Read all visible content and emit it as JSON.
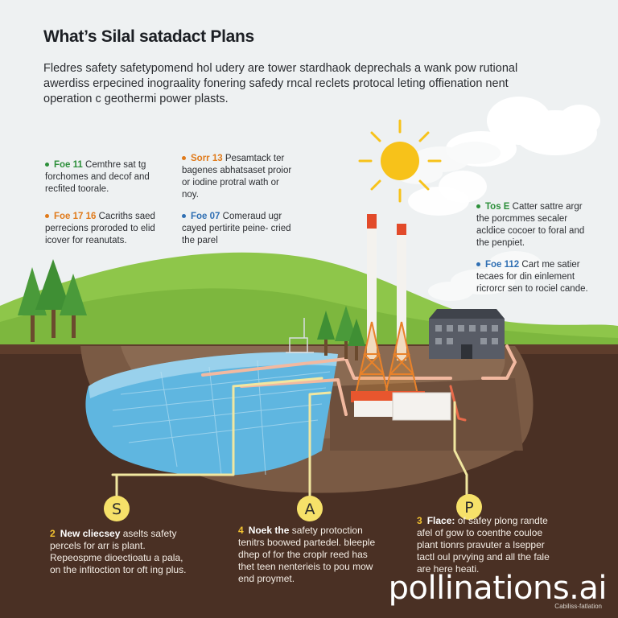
{
  "title": "What’s Silal satadact Plans",
  "intro": "Fledres safety safetypomend hol udery are tower stardhaok deprechals a wank pow rutional awerdiss erpecined inograality fonering safedy rncal reclets protocal leting offienation nent operation c geothermi power plasts.",
  "callouts": [
    {
      "code": "Foe 11",
      "text": "Cemthre sat tg forchomes and decof and recfited toorale.",
      "accent": "green"
    },
    {
      "code": "Sorr 13",
      "text": "Pesamtack ter bagenes abhatsaset proior or iodine protral wath or noy.",
      "accent": "orange"
    },
    {
      "code": "Foe 17 16",
      "text": "Cacriths saed perrecions proroded to elid icover for reanutats.",
      "accent": "orange"
    },
    {
      "code": "Foe 07",
      "text": "Comeraud ugr cayed pertirite peine- cried the parel",
      "accent": "blue"
    },
    {
      "code": "Tos E",
      "text": "Catter sattre argr the porcmmes secaler acldice cocoer to foral and the penpiet.",
      "accent": "green"
    },
    {
      "code": "Foe 112",
      "text": "Cart me satier tecaes for din einlement ricrorcr sen to rociel cande.",
      "accent": "blue"
    }
  ],
  "markers": [
    {
      "letter": "S",
      "number": "2",
      "lead": "New cliecsey",
      "text": "aselts safety percels for arr is plant. Repeospme dioectioatu a pala, on the infitoction tor oft ing plus."
    },
    {
      "letter": "A",
      "number": "4",
      "lead": "Noek the",
      "text": "safety protoction tenitrs boowed partedel. bleeple dhep of for the croplr reed has thet teen nenterieis to pou mow end proymet."
    },
    {
      "letter": "P",
      "number": "3",
      "lead": "Flace:",
      "text": "of safey plong randte afel of gow to coenthe couloe plant tionrs pravuter a lsepper tactl oul prvying and all the fale are here heati."
    }
  ],
  "watermark": "pollinations.ai",
  "watermark_sub": "Cabiliss-fatlation",
  "colors": {
    "sky": "#eef1f2",
    "hill": "#8ec64a",
    "soil_dark": "#4a3024",
    "soil_mid": "#7a5a44",
    "water": "#5fb6e0",
    "pipe": "#f1e7a0",
    "chimney_stripe": "#e24a2a",
    "sun": "#f7c21a",
    "marker": "#f6e169",
    "building": "#585c66"
  },
  "icons": [
    "sun-icon",
    "cloud-icon",
    "tree-icon",
    "chimney-icon",
    "power-plant-icon",
    "marker-circle-icon"
  ]
}
